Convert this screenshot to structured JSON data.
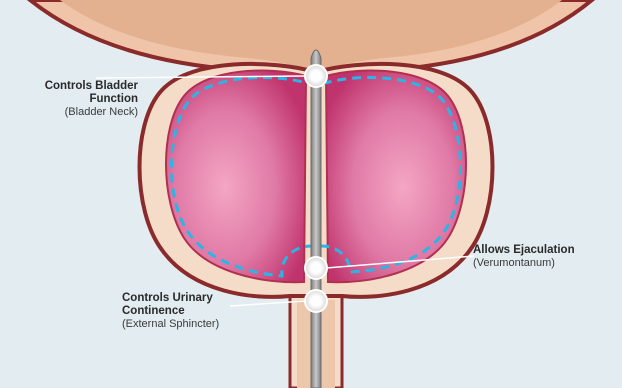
{
  "colors": {
    "background": "#e2ecf1",
    "capsule_outer": "#f5dcc8",
    "capsule_stroke": "#8a2a2a",
    "tissue_light": "#f4a6c4",
    "tissue_dark": "#c0336d",
    "dashed_line": "#29b6e6",
    "instrument": "#9a9a9a",
    "marker": "#ffffff"
  },
  "labels": {
    "bladder_function": {
      "title": "Controls Bladder Function",
      "sub": "(Bladder Neck)"
    },
    "ejaculation": {
      "title": "Allows Ejaculation",
      "sub": "(Verumontanum)"
    },
    "urinary_continence": {
      "title": "Controls Urinary Continence",
      "sub": "(External Sphincter)"
    }
  }
}
